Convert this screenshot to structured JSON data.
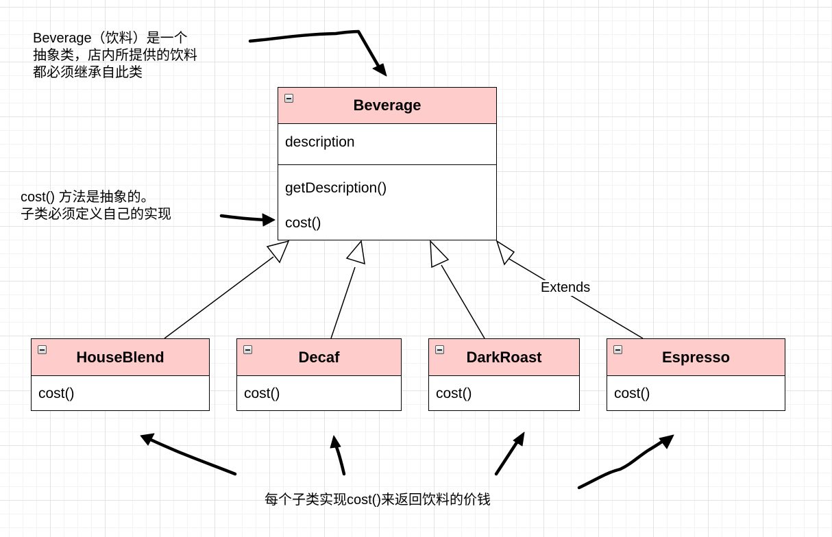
{
  "classes": {
    "beverage": {
      "name": "Beverage",
      "attributes": [
        "description"
      ],
      "methods": [
        "getDescription()",
        "cost()"
      ]
    },
    "houseblend": {
      "name": "HouseBlend",
      "methods": [
        "cost()"
      ]
    },
    "decaf": {
      "name": "Decaf",
      "methods": [
        "cost()"
      ]
    },
    "darkroast": {
      "name": "DarkRoast",
      "methods": [
        "cost()"
      ]
    },
    "espresso": {
      "name": "Espresso",
      "methods": [
        "cost()"
      ]
    }
  },
  "edges": {
    "extends_label": "Extends"
  },
  "notes": {
    "abstract_class": [
      "Beverage（饮料）是一个",
      "抽象类，店内所提供的饮料",
      "都必须继承自此类"
    ],
    "abstract_method": [
      "cost() 方法是抽象的。",
      "子类必须定义自己的实现"
    ],
    "subclass_cost": "每个子类实现cost()来返回饮料的价钱"
  },
  "colors": {
    "class_header": "#ffcccc",
    "stroke": "#000000"
  },
  "icons": {
    "class_collapse": "minus-square-icon"
  }
}
